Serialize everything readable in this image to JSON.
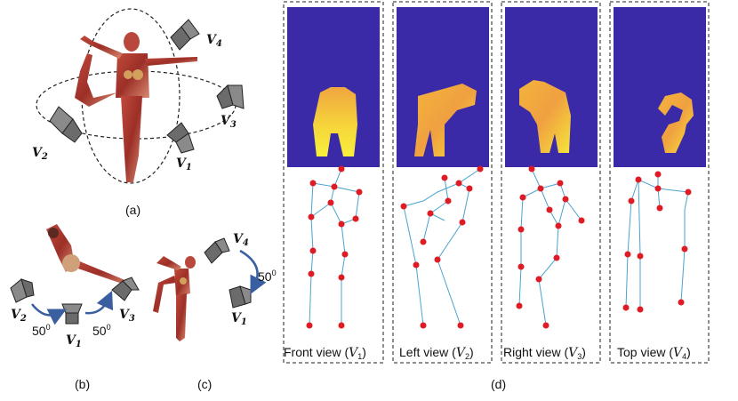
{
  "panel_captions": {
    "a": "(a)",
    "b": "(b)",
    "c": "(c)",
    "d": "(d)"
  },
  "camera_labels": {
    "v": "V",
    "s1": "1",
    "s2": "2",
    "s3": "3",
    "s4": "4"
  },
  "angles": {
    "b_left": "50",
    "b_right": "50",
    "c": "50",
    "sup": "0"
  },
  "views": [
    {
      "name": "Front view (",
      "v": "V",
      "sub": "1",
      "close": ")"
    },
    {
      "name": "Left view (",
      "v": "V",
      "sub": "2",
      "close": ")"
    },
    {
      "name": "Right view (",
      "v": "V",
      "sub": "3",
      "close": ")"
    },
    {
      "name": "Top view (",
      "v": "V",
      "sub": "4",
      "close": ")"
    }
  ],
  "colors": {
    "depth_bg": "#3a2aa8",
    "joint": "#e01b24",
    "bone": "#4aa3cf",
    "camera": "#6b6b6b",
    "arrow": "#3a5fa0"
  }
}
